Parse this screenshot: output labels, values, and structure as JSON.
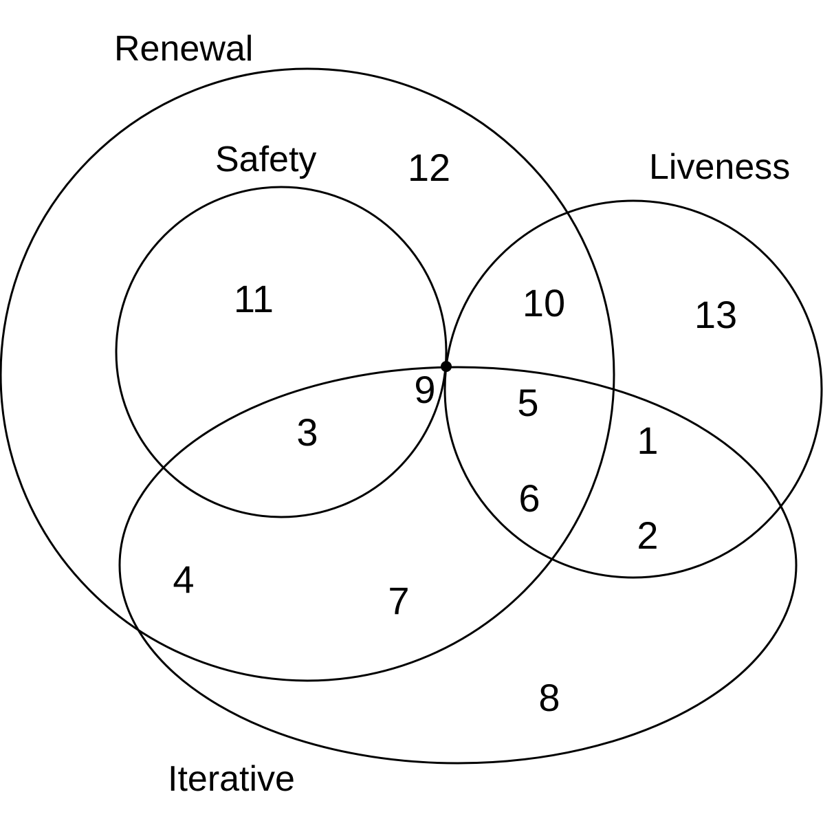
{
  "sets": {
    "renewal": "Renewal",
    "safety": "Safety",
    "liveness": "Liveness",
    "iterative": "Iterative"
  },
  "regions": {
    "r1": "1",
    "r2": "2",
    "r3": "3",
    "r4": "4",
    "r5": "5",
    "r6": "6",
    "r7": "7",
    "r8": "8",
    "r9": "9",
    "r10": "10",
    "r11": "11",
    "r12": "12",
    "r13": "13"
  },
  "colors": {
    "stroke": "#000000",
    "background": "#ffffff"
  }
}
